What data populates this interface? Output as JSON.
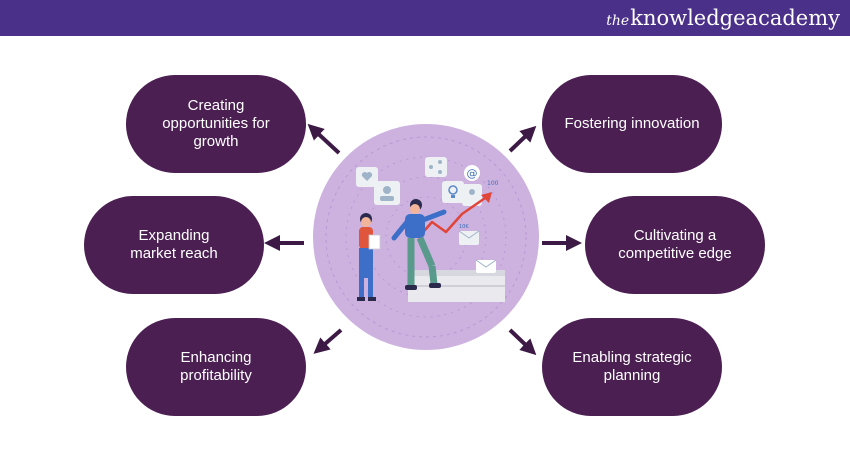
{
  "brand": {
    "prefix": "the",
    "name": "knowledgeacademy"
  },
  "colors": {
    "header": "#4a3088",
    "pill": "#4b1f52",
    "circle": "#cdb2e0"
  },
  "benefits": {
    "left": [
      {
        "lines": [
          "Creating",
          "opportunities for",
          "growth"
        ]
      },
      {
        "lines": [
          "Expanding",
          "market reach"
        ]
      },
      {
        "lines": [
          "Enhancing",
          "profitability"
        ]
      }
    ],
    "right": [
      {
        "lines": [
          "Fostering innovation"
        ]
      },
      {
        "lines": [
          "Cultivating a",
          "competitive edge"
        ]
      },
      {
        "lines": [
          "Enabling strategic",
          "planning"
        ]
      }
    ]
  },
  "illustration": {
    "chart_label": "100",
    "chart_sublabel": "10K"
  }
}
